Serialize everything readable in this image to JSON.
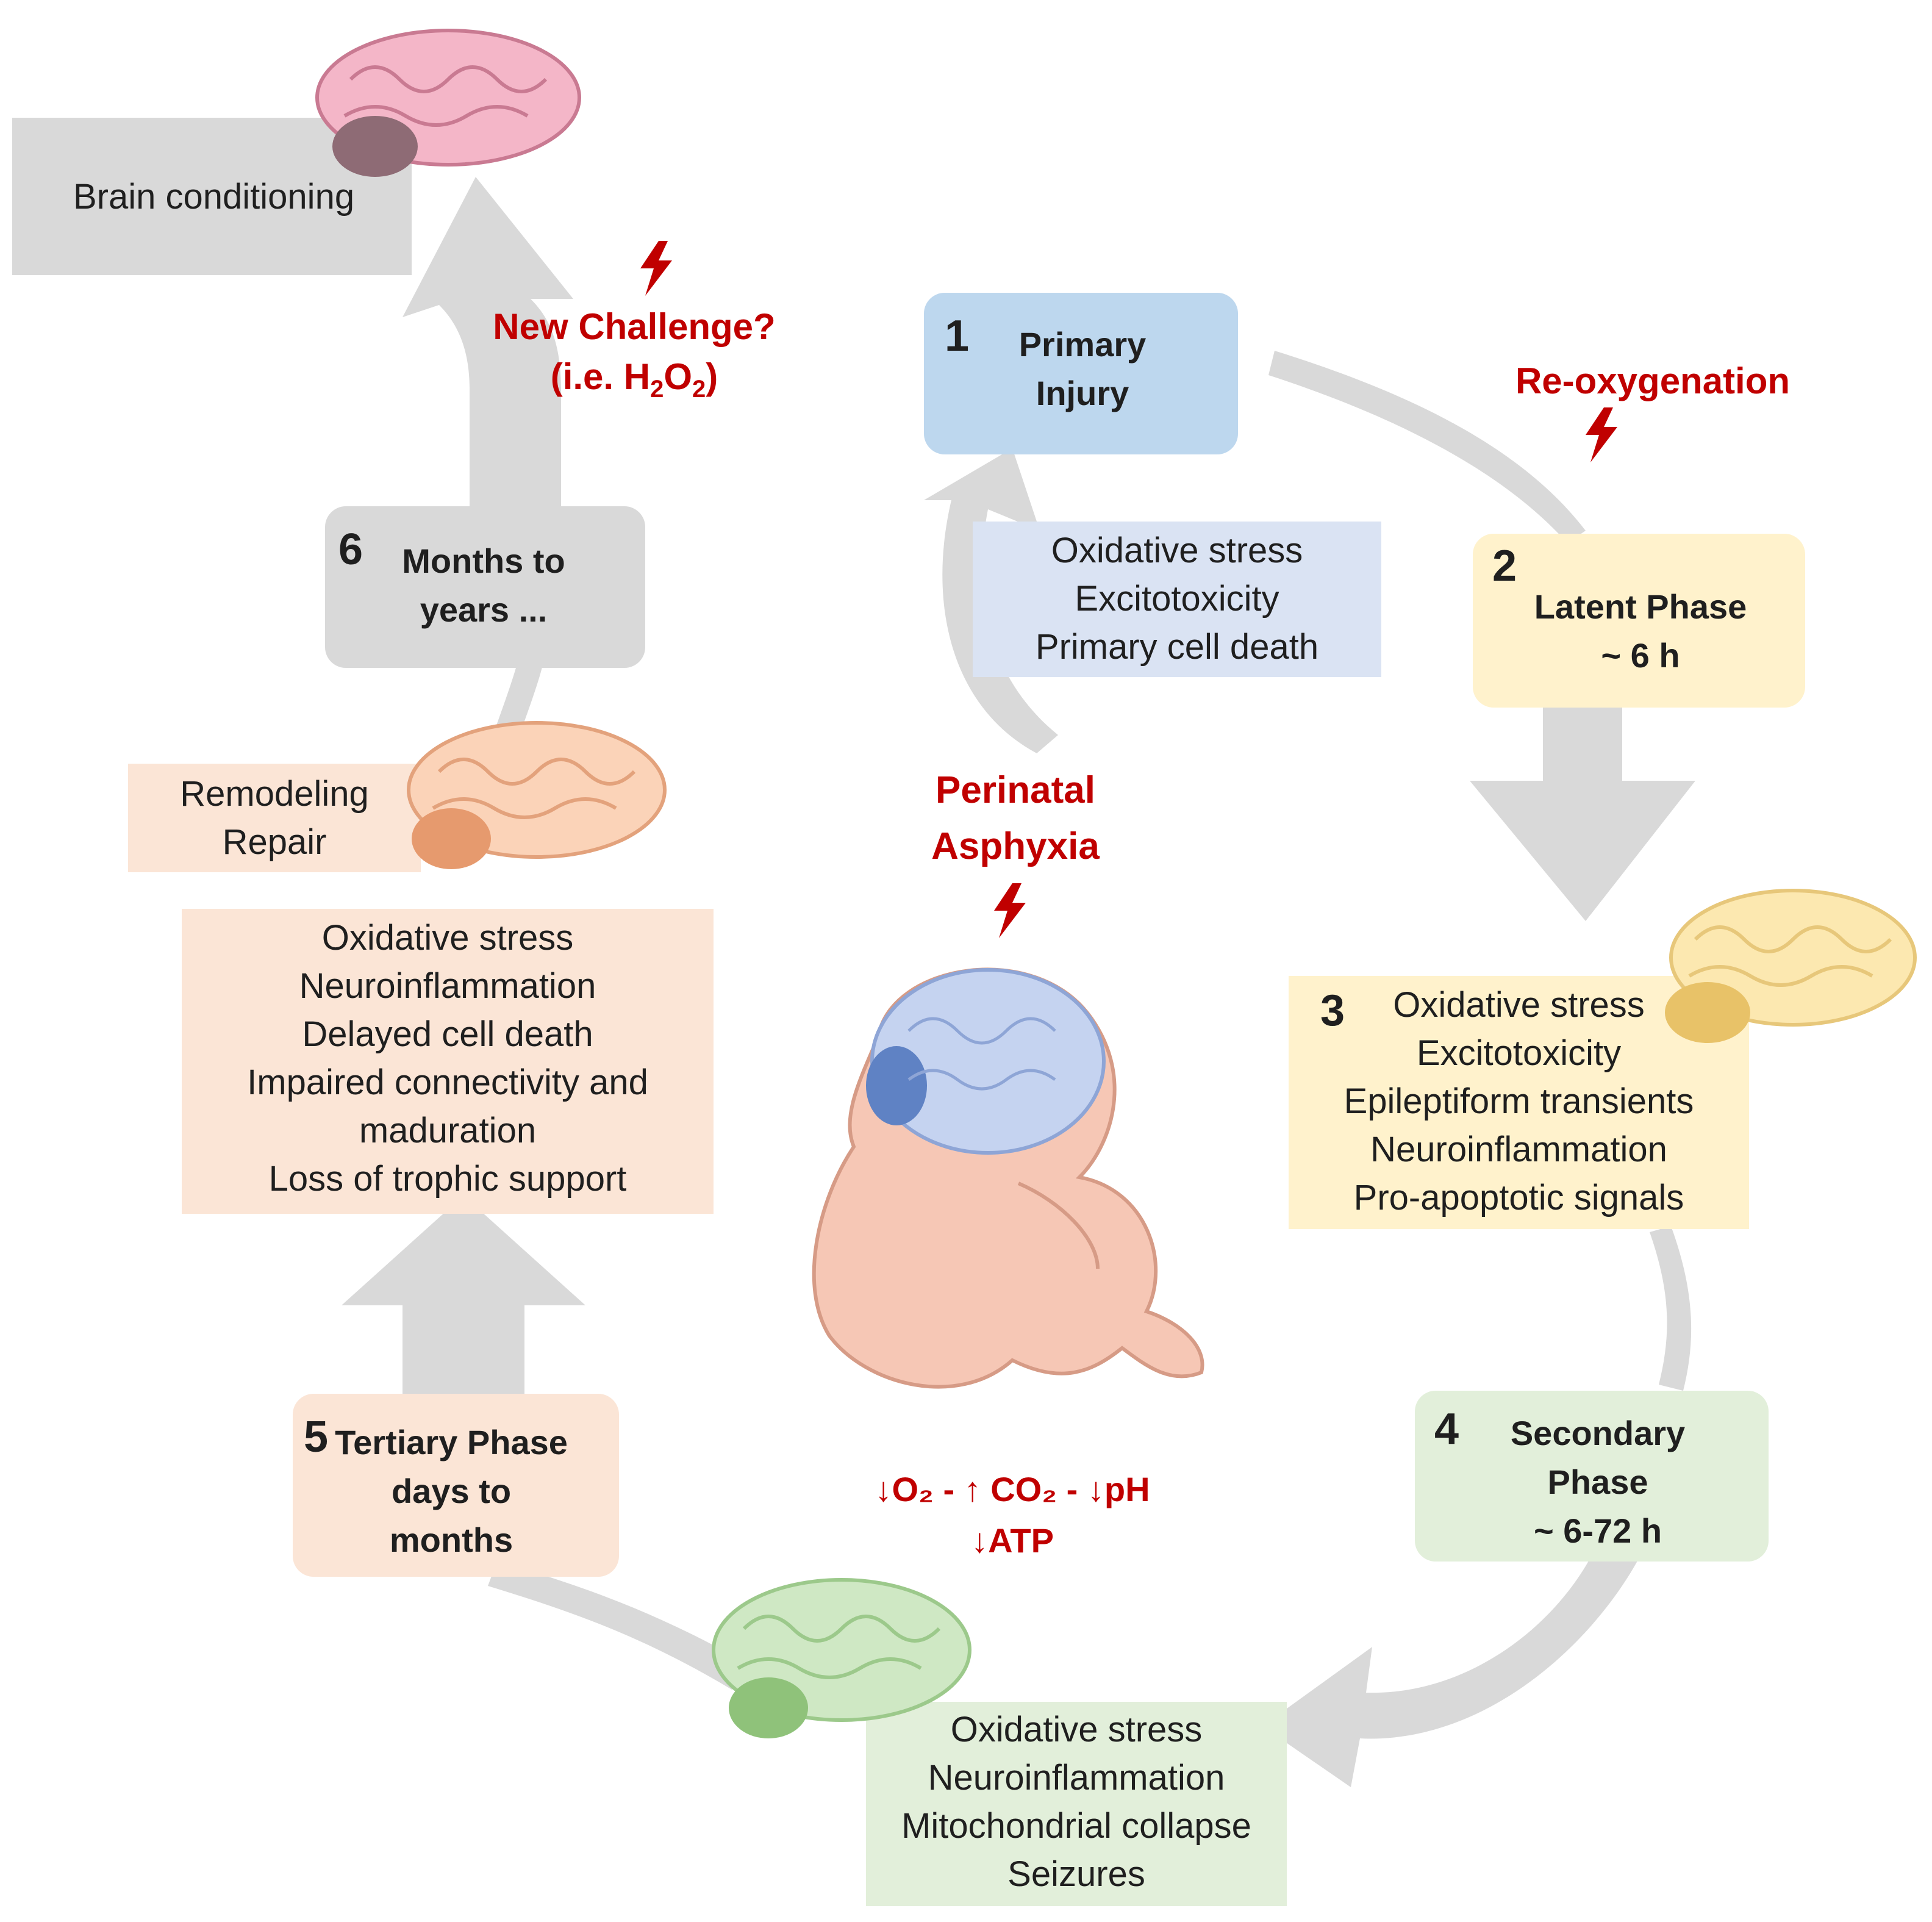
{
  "colors": {
    "arrow": "#d9d9d9",
    "red": "#c00000",
    "stage1": "#bdd7ee",
    "stage2": "#fff2cc",
    "stage4": "#e2efda",
    "stage5": "#fbe5d6",
    "stage6": "#d9d9d9",
    "list1": "#dae3f3",
    "list3": "#fff2cc",
    "list4": "#e2efda",
    "list5": "#fbe5d6",
    "conditioning": "#d9d9d9"
  },
  "icons": [
    "brain-icon",
    "lightning-icon",
    "fetus-icon"
  ],
  "stages": {
    "s1": {
      "num": "1",
      "lines": [
        "Primary",
        "Injury"
      ]
    },
    "s2": {
      "num": "2",
      "lines": [
        "Latent Phase",
        "~ 6 h"
      ]
    },
    "s3": {
      "num": "3"
    },
    "s4": {
      "num": "4",
      "lines": [
        "Secondary",
        "Phase",
        "~ 6-72 h"
      ]
    },
    "s5": {
      "num": "5",
      "lines": [
        "Tertiary Phase",
        "days to",
        "months"
      ]
    },
    "s6": {
      "num": "6",
      "lines": [
        "Months to",
        "years ..."
      ]
    }
  },
  "lists": {
    "primary": [
      "Oxidative stress",
      "Excitotoxicity",
      "Primary cell death"
    ],
    "latent": [
      "Oxidative stress",
      "Excitotoxicity",
      "Epileptiform transients",
      "Neuroinflammation",
      "Pro-apoptotic signals"
    ],
    "secondary": [
      "Oxidative stress",
      "Neuroinflammation",
      "Mitochondrial collapse",
      "Seizures"
    ],
    "tertiary": [
      "Oxidative stress",
      "Neuroinflammation",
      "Delayed cell death",
      "Impaired connectivity and",
      "maduration",
      "Loss of trophic support"
    ],
    "remodeling": [
      "Remodeling",
      "Repair"
    ]
  },
  "conditioning": "Brain conditioning",
  "annotations": {
    "reoxygenation": "Re-oxygenation",
    "new_challenge_1": "New Challenge?",
    "new_challenge_2_pre": "(i.e. H",
    "new_challenge_2_sub1": "2",
    "new_challenge_2_mid": "O",
    "new_challenge_2_sub2": "2",
    "new_challenge_2_post": ")",
    "perinatal_1": "Perinatal",
    "perinatal_2": "Asphyxia",
    "markers_1": "↓O₂  -  ↑ CO₂  - ↓pH",
    "markers_2": "↓ATP"
  }
}
